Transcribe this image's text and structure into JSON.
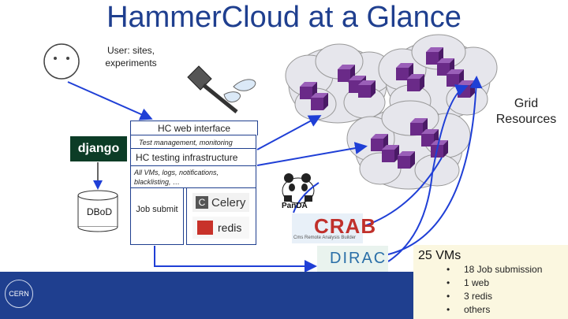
{
  "title": "HammerCloud at a Glance",
  "user_label": "User: sites, experiments",
  "web_interface": {
    "label": "HC web interface",
    "sub": "Test management, monitoring"
  },
  "testing_infra": {
    "label": "HC testing infrastructure",
    "sub": "All VMs, logs, notifications, blacklisting, …"
  },
  "job_submit": "Job submit",
  "django_logo": "django",
  "database_label": "DBoD",
  "celery_logo": "Celery",
  "redis_logo": "redis",
  "grid_label": "Grid Resources",
  "panda_logo": "PanDA",
  "crab_logo": "CRAB",
  "crab_sub": "Cms Remote Analysis Builder",
  "dirac_logo": "DIRAC",
  "cern_logo": "CERN",
  "vms": {
    "title": "25 VMs",
    "items": [
      {
        "bullet": "•",
        "text": "18 Job submission"
      },
      {
        "bullet": "•",
        "text": "1 web"
      },
      {
        "bullet": "•",
        "text": "3 redis"
      },
      {
        "bullet": "•",
        "text": "others"
      }
    ]
  },
  "colors": {
    "title": "#1f3f8f",
    "arrows": "#1f3fd6",
    "cloud_fill": "#e6e6ec",
    "cube": "#6a2a88",
    "footer": "#1f3f8f"
  }
}
